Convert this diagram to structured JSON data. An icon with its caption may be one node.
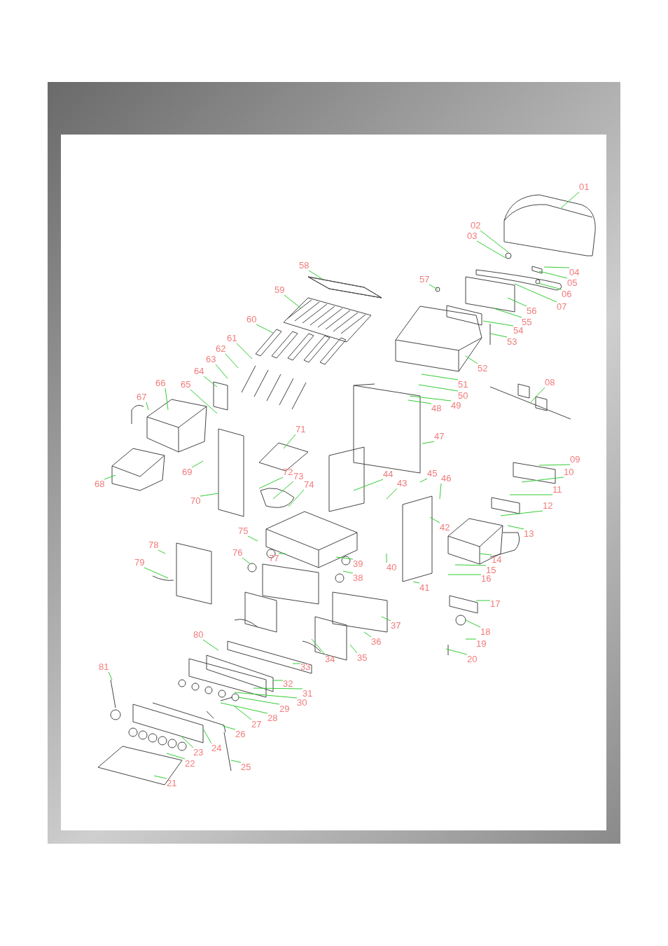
{
  "diagram": {
    "nodes": [
      {
        "text": [
          "01"
        ]
      },
      {
        "text": [
          "02"
        ]
      },
      {
        "text": [
          "03"
        ]
      },
      {
        "text": [
          "04"
        ]
      },
      {
        "text": [
          "05"
        ]
      },
      {
        "text": [
          "06"
        ]
      },
      {
        "text": [
          "07"
        ]
      },
      {
        "text": [
          "08"
        ]
      },
      {
        "text": [
          "09"
        ]
      },
      {
        "text": [
          "10"
        ]
      },
      {
        "text": [
          "11"
        ]
      },
      {
        "text": [
          "12"
        ]
      },
      {
        "text": [
          "13"
        ]
      },
      {
        "text": [
          "14"
        ]
      },
      {
        "text": [
          "15"
        ]
      },
      {
        "text": [
          "16"
        ]
      },
      {
        "text": [
          "17"
        ]
      },
      {
        "text": [
          "18"
        ]
      },
      {
        "text": [
          "19"
        ]
      },
      {
        "text": [
          "20"
        ]
      },
      {
        "text": [
          "21"
        ]
      },
      {
        "text": [
          "22"
        ]
      },
      {
        "text": [
          "23"
        ]
      },
      {
        "text": [
          "24"
        ]
      },
      {
        "text": [
          "25"
        ]
      },
      {
        "text": [
          "26"
        ]
      },
      {
        "text": [
          "27"
        ]
      },
      {
        "text": [
          "28"
        ]
      },
      {
        "text": [
          "29"
        ]
      },
      {
        "text": [
          "30"
        ]
      },
      {
        "text": [
          "31"
        ]
      },
      {
        "text": [
          "32"
        ]
      },
      {
        "text": [
          "33"
        ]
      },
      {
        "text": [
          "34"
        ]
      },
      {
        "text": [
          "35"
        ]
      },
      {
        "text": [
          "36"
        ]
      },
      {
        "text": [
          "37"
        ]
      },
      {
        "text": [
          "38"
        ]
      },
      {
        "text": [
          "39"
        ]
      },
      {
        "text": [
          "40"
        ]
      },
      {
        "text": [
          "41"
        ]
      },
      {
        "text": [
          "42"
        ]
      },
      {
        "text": [
          "43"
        ]
      },
      {
        "text": [
          "44"
        ]
      },
      {
        "text": [
          "45"
        ]
      },
      {
        "text": [
          "46"
        ]
      },
      {
        "text": [
          "47"
        ]
      },
      {
        "text": [
          "48"
        ]
      },
      {
        "text": [
          "49"
        ]
      },
      {
        "text": [
          "50"
        ]
      },
      {
        "text": [
          "51"
        ]
      },
      {
        "text": [
          "52"
        ]
      },
      {
        "text": [
          "53"
        ]
      },
      {
        "text": [
          "54"
        ]
      },
      {
        "text": [
          "55"
        ]
      },
      {
        "text": [
          "56"
        ]
      },
      {
        "text": [
          "57"
        ]
      },
      {
        "text": [
          "58"
        ]
      },
      {
        "text": [
          "59"
        ]
      },
      {
        "text": [
          "60"
        ]
      },
      {
        "text": [
          "61"
        ]
      },
      {
        "text": [
          "62"
        ]
      },
      {
        "text": [
          "63"
        ]
      },
      {
        "text": [
          "64"
        ]
      },
      {
        "text": [
          "65"
        ]
      },
      {
        "text": [
          "66"
        ]
      },
      {
        "text": [
          "67"
        ]
      },
      {
        "text": [
          "68"
        ]
      },
      {
        "text": [
          "69"
        ]
      },
      {
        "text": [
          "70"
        ]
      },
      {
        "text": [
          "71"
        ]
      },
      {
        "text": [
          "72"
        ]
      },
      {
        "text": [
          "73"
        ]
      },
      {
        "text": [
          "74"
        ]
      },
      {
        "text": [
          "75"
        ]
      },
      {
        "text": [
          "76"
        ]
      },
      {
        "text": [
          "77"
        ]
      },
      {
        "text": [
          "78"
        ]
      },
      {
        "text": [
          "79"
        ]
      },
      {
        "text": [
          "80"
        ]
      },
      {
        "text": [
          "81"
        ]
      }
    ],
    "edges": [
      {
        "from": 0,
        "to": null,
        "arrow": "none"
      },
      {
        "from": 1,
        "to": null,
        "arrow": "none"
      },
      {
        "from": 2,
        "to": null,
        "arrow": "none"
      },
      {
        "from": 3,
        "to": null,
        "arrow": "none"
      },
      {
        "from": 4,
        "to": null,
        "arrow": "none"
      },
      {
        "from": 5,
        "to": null,
        "arrow": "none"
      },
      {
        "from": 6,
        "to": null,
        "arrow": "none"
      },
      {
        "from": 7,
        "to": null,
        "arrow": "none"
      },
      {
        "from": 8,
        "to": null,
        "arrow": "none"
      },
      {
        "from": 9,
        "to": null,
        "arrow": "none"
      },
      {
        "from": 10,
        "to": null,
        "arrow": "none"
      },
      {
        "from": 11,
        "to": null,
        "arrow": "none"
      },
      {
        "from": 12,
        "to": null,
        "arrow": "none"
      },
      {
        "from": 13,
        "to": null,
        "arrow": "none"
      },
      {
        "from": 14,
        "to": null,
        "arrow": "none"
      },
      {
        "from": 15,
        "to": null,
        "arrow": "none"
      },
      {
        "from": 16,
        "to": null,
        "arrow": "none"
      },
      {
        "from": 17,
        "to": null,
        "arrow": "none"
      },
      {
        "from": 18,
        "to": null,
        "arrow": "none"
      },
      {
        "from": 19,
        "to": null,
        "arrow": "none"
      },
      {
        "from": 20,
        "to": null,
        "arrow": "none"
      },
      {
        "from": 21,
        "to": null,
        "arrow": "none"
      },
      {
        "from": 22,
        "to": null,
        "arrow": "none"
      },
      {
        "from": 23,
        "to": null,
        "arrow": "none"
      },
      {
        "from": 24,
        "to": null,
        "arrow": "none"
      },
      {
        "from": 25,
        "to": null,
        "arrow": "none"
      },
      {
        "from": 26,
        "to": null,
        "arrow": "none"
      },
      {
        "from": 27,
        "to": null,
        "arrow": "none"
      },
      {
        "from": 28,
        "to": null,
        "arrow": "none"
      },
      {
        "from": 29,
        "to": null,
        "arrow": "none"
      },
      {
        "from": 30,
        "to": null,
        "arrow": "none"
      },
      {
        "from": 31,
        "to": null,
        "arrow": "none"
      },
      {
        "from": 32,
        "to": null,
        "arrow": "none"
      },
      {
        "from": 33,
        "to": null,
        "arrow": "none"
      },
      {
        "from": 34,
        "to": null,
        "arrow": "none"
      },
      {
        "from": 35,
        "to": null,
        "arrow": "none"
      },
      {
        "from": 36,
        "to": null,
        "arrow": "none"
      },
      {
        "from": 37,
        "to": null,
        "arrow": "none"
      },
      {
        "from": 38,
        "to": null,
        "arrow": "none"
      },
      {
        "from": 39,
        "to": null,
        "arrow": "none"
      },
      {
        "from": 40,
        "to": null,
        "arrow": "none"
      },
      {
        "from": 41,
        "to": null,
        "arrow": "none"
      },
      {
        "from": 42,
        "to": null,
        "arrow": "none"
      },
      {
        "from": 43,
        "to": null,
        "arrow": "none"
      },
      {
        "from": 44,
        "to": null,
        "arrow": "none"
      },
      {
        "from": 45,
        "to": null,
        "arrow": "none"
      },
      {
        "from": 46,
        "to": null,
        "arrow": "none"
      },
      {
        "from": 47,
        "to": null,
        "arrow": "none"
      },
      {
        "from": 48,
        "to": null,
        "arrow": "none"
      },
      {
        "from": 49,
        "to": null,
        "arrow": "none"
      },
      {
        "from": 50,
        "to": null,
        "arrow": "none"
      },
      {
        "from": 51,
        "to": null,
        "arrow": "none"
      },
      {
        "from": 52,
        "to": null,
        "arrow": "none"
      },
      {
        "from": 53,
        "to": null,
        "arrow": "none"
      },
      {
        "from": 54,
        "to": null,
        "arrow": "none"
      },
      {
        "from": 55,
        "to": null,
        "arrow": "none"
      },
      {
        "from": 56,
        "to": null,
        "arrow": "none"
      },
      {
        "from": 57,
        "to": null,
        "arrow": "none"
      },
      {
        "from": 58,
        "to": null,
        "arrow": "none"
      },
      {
        "from": 59,
        "to": null,
        "arrow": "none"
      },
      {
        "from": 60,
        "to": null,
        "arrow": "none"
      },
      {
        "from": 61,
        "to": null,
        "arrow": "none"
      },
      {
        "from": 62,
        "to": null,
        "arrow": "none"
      },
      {
        "from": 63,
        "to": null,
        "arrow": "none"
      },
      {
        "from": 64,
        "to": null,
        "arrow": "none"
      },
      {
        "from": 65,
        "to": null,
        "arrow": "none"
      },
      {
        "from": 66,
        "to": null,
        "arrow": "none"
      },
      {
        "from": 67,
        "to": null,
        "arrow": "none"
      },
      {
        "from": 68,
        "to": null,
        "arrow": "none"
      },
      {
        "from": 69,
        "to": null,
        "arrow": "none"
      },
      {
        "from": 70,
        "to": null,
        "arrow": "none"
      },
      {
        "from": 71,
        "to": null,
        "arrow": "none"
      },
      {
        "from": 72,
        "to": null,
        "arrow": "none"
      },
      {
        "from": 73,
        "to": null,
        "arrow": "none"
      },
      {
        "from": 74,
        "to": null,
        "arrow": "none"
      },
      {
        "from": 75,
        "to": null,
        "arrow": "none"
      },
      {
        "from": 76,
        "to": null,
        "arrow": "none"
      },
      {
        "from": 77,
        "to": null,
        "arrow": "none"
      },
      {
        "from": 78,
        "to": null,
        "arrow": "none"
      },
      {
        "from": 79,
        "to": null,
        "arrow": "none"
      },
      {
        "from": 80,
        "to": null,
        "arrow": "none"
      }
    ]
  }
}
